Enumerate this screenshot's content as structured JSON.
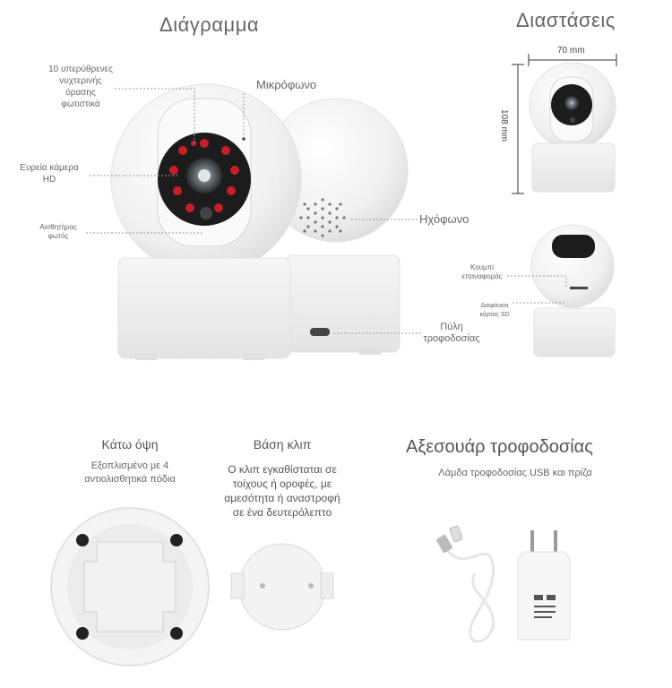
{
  "diagram": {
    "title": "Διάγραμμα",
    "labels": {
      "ir_leds": "10 υπερύθρενες νυχτερινής όρασης φωτιστικά",
      "microphone": "Μικρόφωνο",
      "camera": "Ευρεία κάμερα HD",
      "light_sensor": "Αισθητήρας φωτός",
      "speaker": "Ηχόφωνο",
      "power_port": "Πύλη τροφοδοσίας"
    }
  },
  "dimensions": {
    "title": "Διαστάσεις",
    "width": "70 mm",
    "height": "108 mm",
    "labels": {
      "reset": "Κουμπί επαναφοράς",
      "sd_slot": "Διαφάνεια κάρτας SD"
    }
  },
  "bottom_view": {
    "title": "Κάτω όψη",
    "description": "Εξοπλισμένο με 4 αντιολισθητικά πόδια"
  },
  "clip_base": {
    "title": "Βάση κλιπ",
    "description": "Ο κλιπ εγκαθίσταται σε τοίχους ή οροφές, με αμεσότητα ή αναστροφή σε ένα δευτερόλεπτο"
  },
  "accessories": {
    "title": "Αξεσουάρ τροφοδοσίας",
    "description": "Λάμδα τροφοδοσίας USB και πρίζα"
  }
}
